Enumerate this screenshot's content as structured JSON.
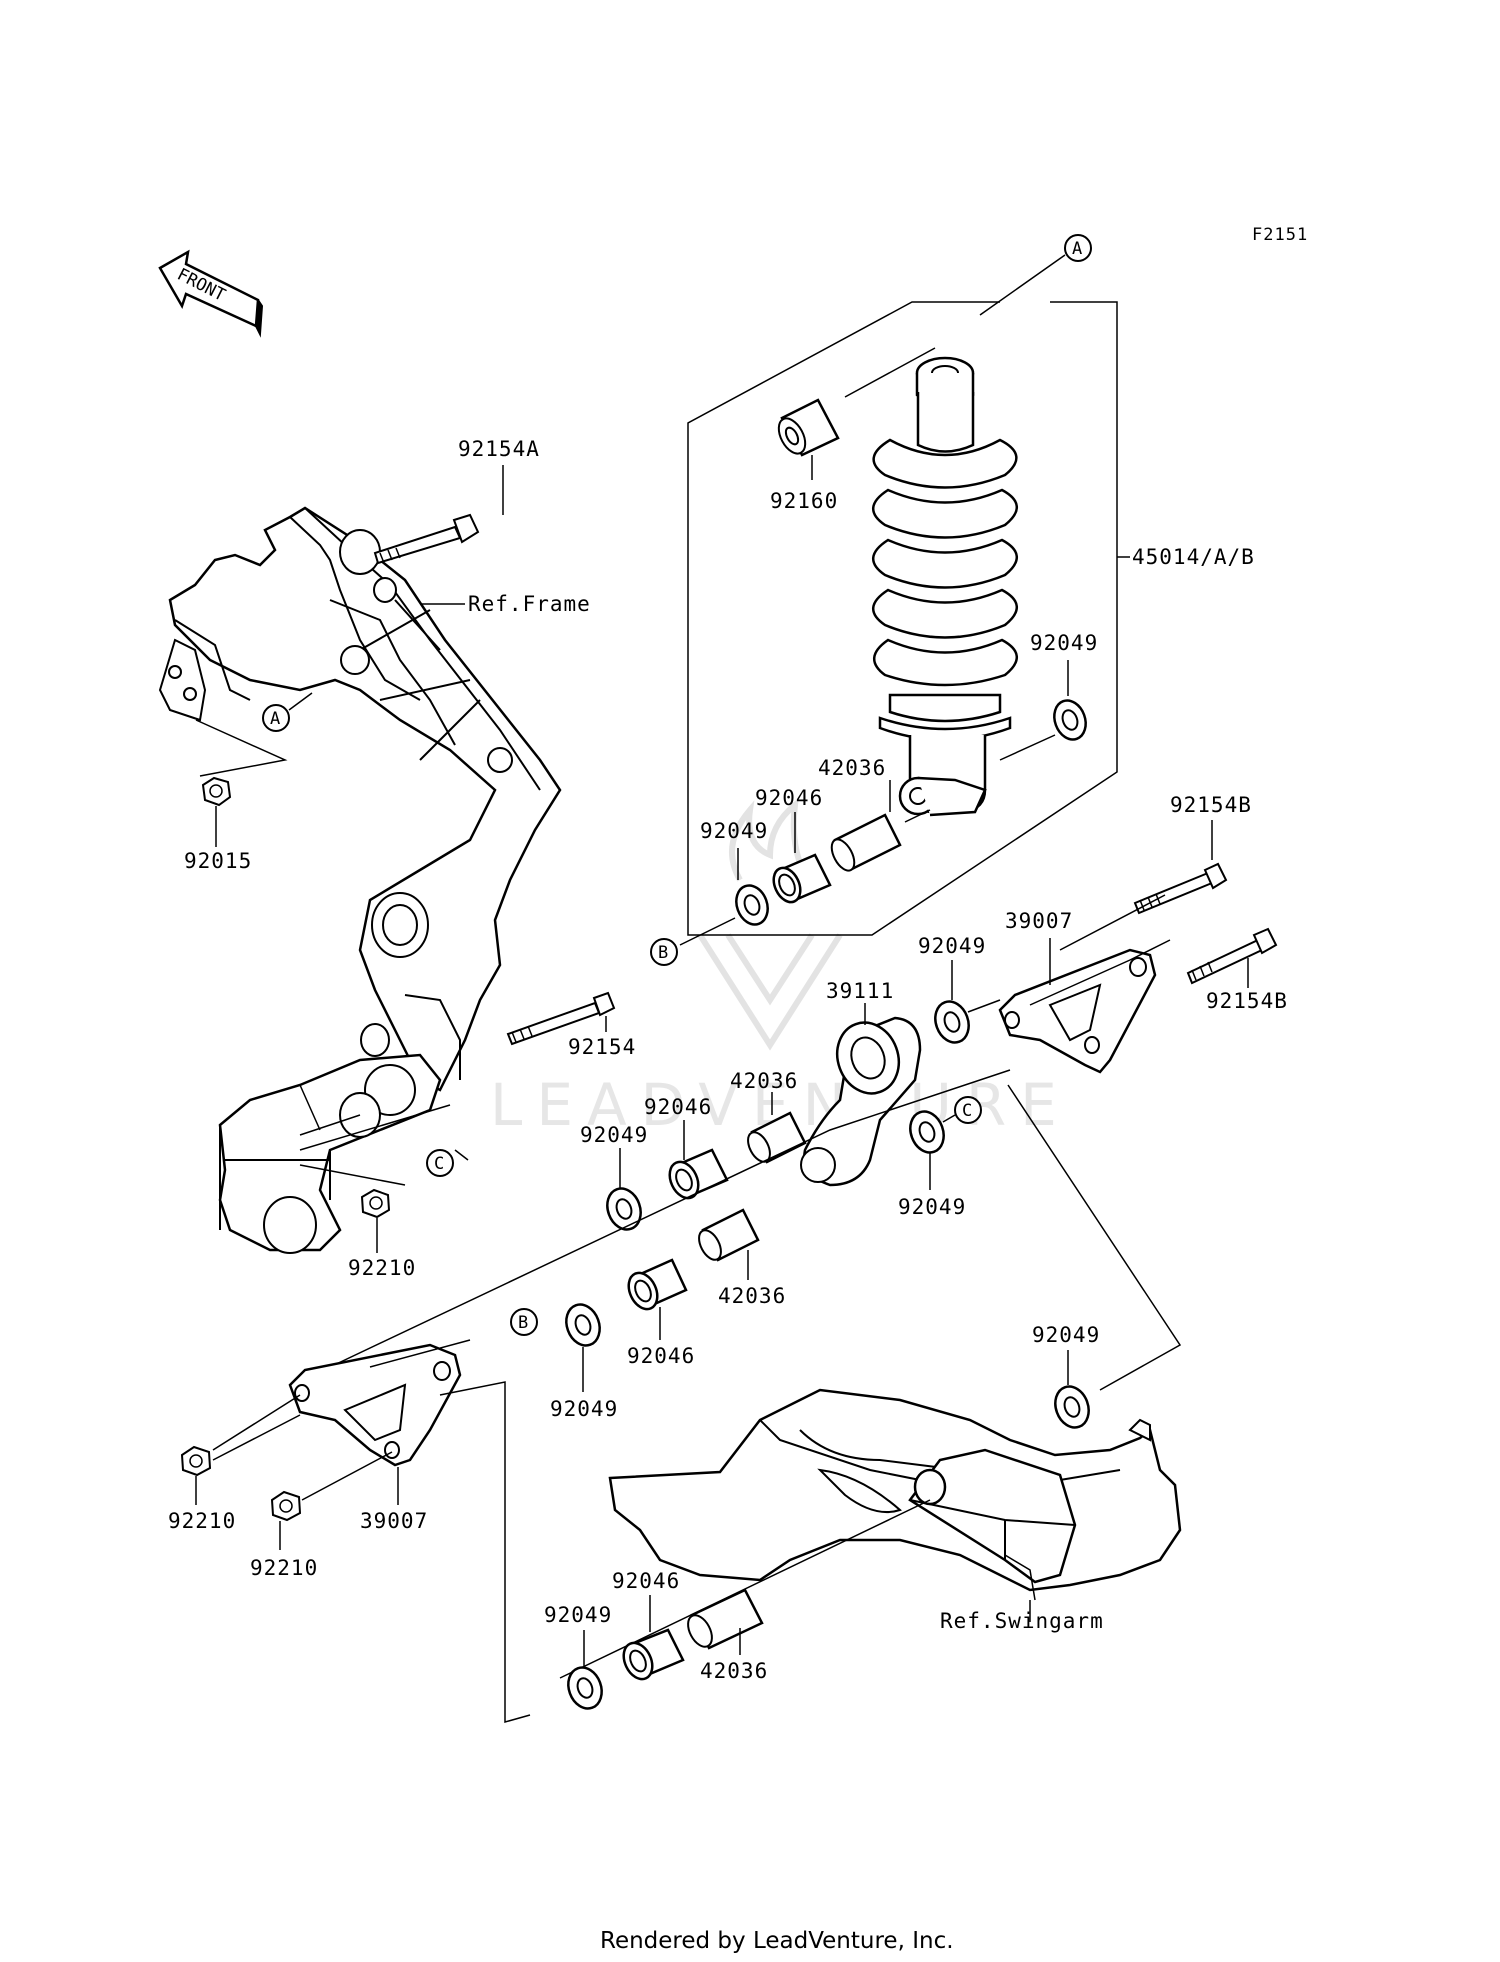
{
  "figure_id": "F2151",
  "front_label": "FRONT",
  "watermark_text": "LEADVENTURE",
  "footer": "Rendered by LeadVenture, Inc.",
  "ref_labels": {
    "frame": "Ref.Frame",
    "swingarm": "Ref.Swingarm"
  },
  "connectors": {
    "a": "A",
    "b": "B",
    "c": "C"
  },
  "parts": {
    "p92154a": "92154A",
    "p92015": "92015",
    "p92160": "92160",
    "p45014": "45014/A/B",
    "p92049_shock_top": "92049",
    "p42036_shock": "42036",
    "p92046_shock": "92046",
    "p92049_shock_left": "92049",
    "p92154b_upper": "92154B",
    "p39007_upper": "39007",
    "p92049_upper": "92049",
    "p92154b_right": "92154B",
    "p39111": "39111",
    "p92154": "92154",
    "p42036_mid": "42036",
    "p92046_mid": "92046",
    "p92049_mid_left": "92049",
    "p92049_mid_right": "92049",
    "p92210_frame": "92210",
    "p42036_low": "42036",
    "p92046_low": "92046",
    "p92049_low": "92049",
    "p92049_swingarm": "92049",
    "p92210_left": "92210",
    "p39007_lower": "39007",
    "p92210_lower": "92210",
    "p92046_bottom": "92046",
    "p92049_bottom": "92049",
    "p42036_bottom": "42036"
  }
}
